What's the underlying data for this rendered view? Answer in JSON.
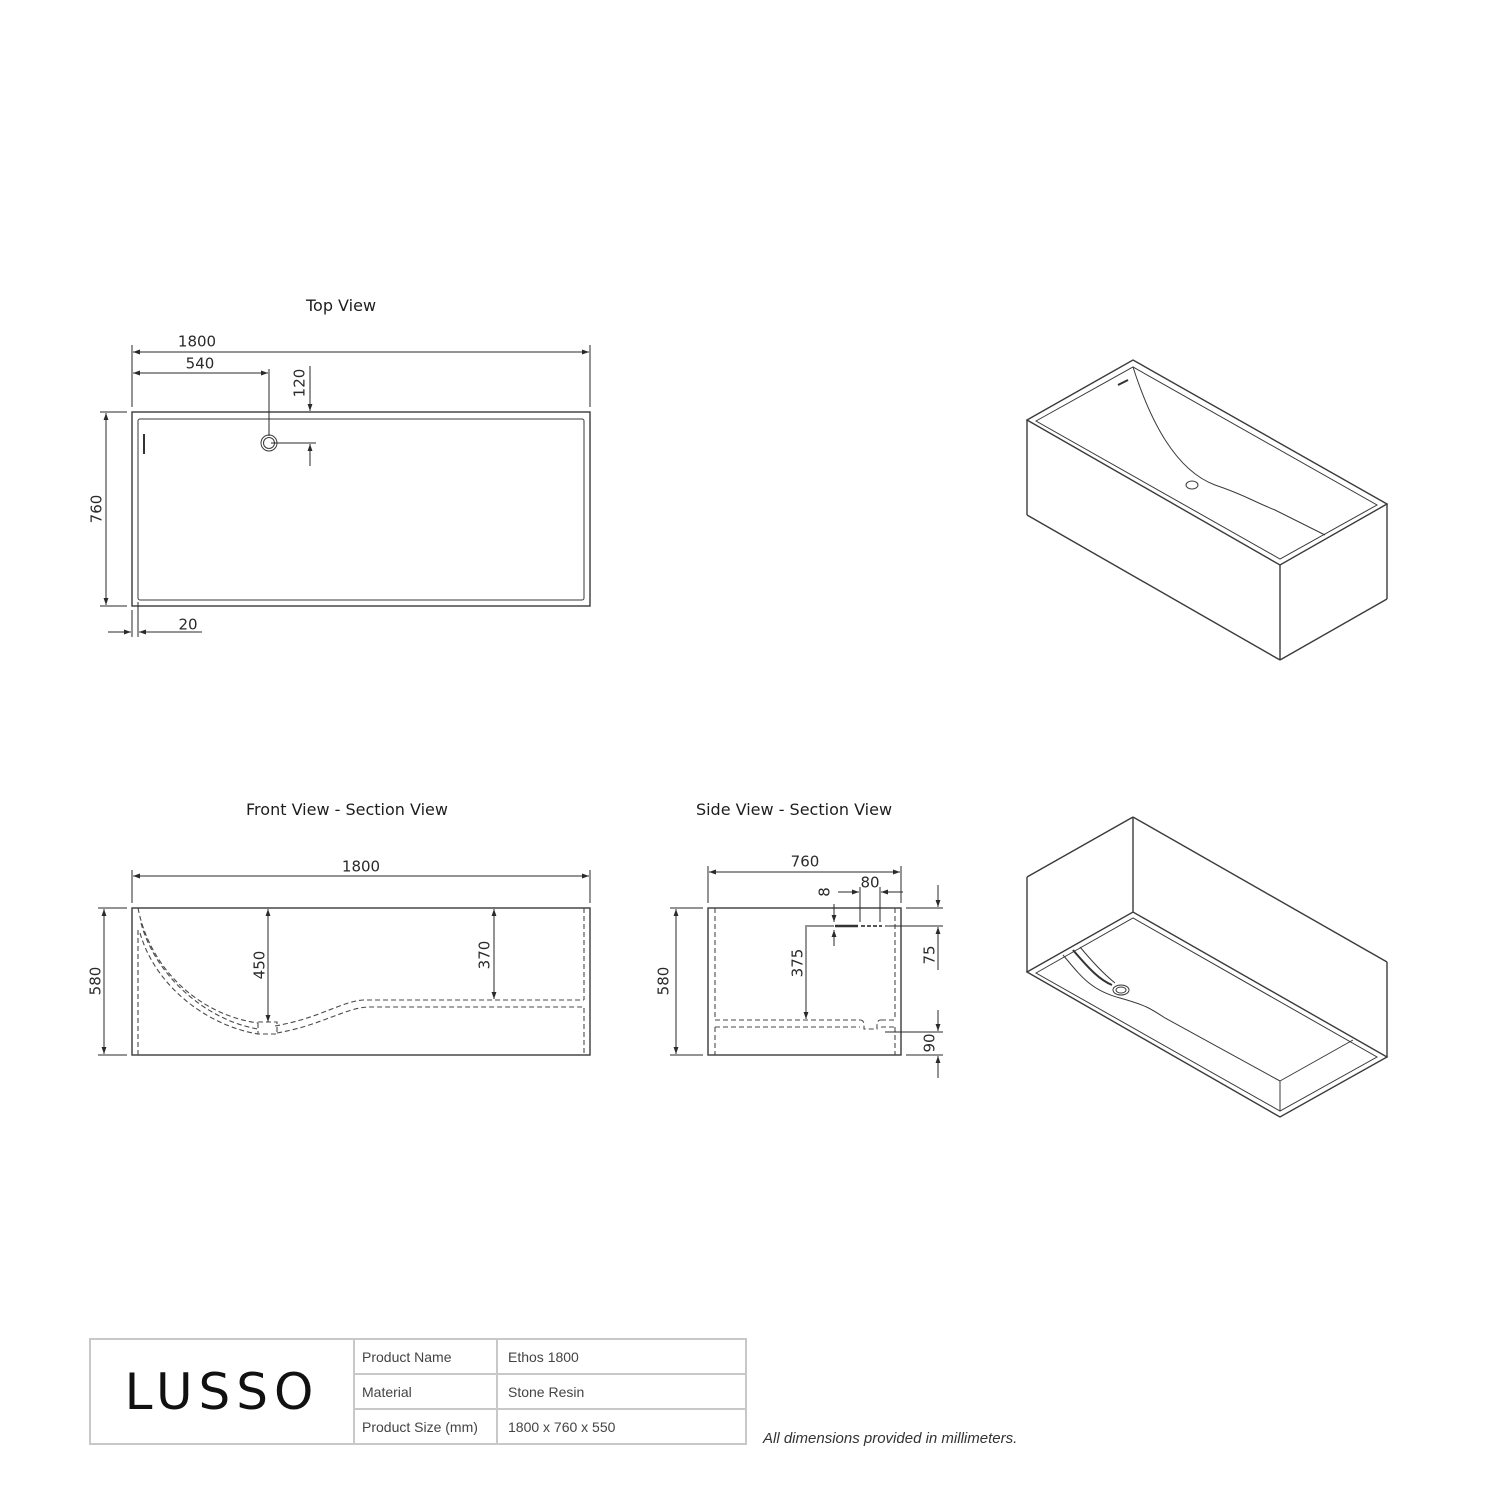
{
  "views": {
    "top": {
      "title": "Top View",
      "dims": {
        "overall_length": "1800",
        "waste_offset_x": "540",
        "waste_offset_y": "120",
        "width": "760",
        "rim": "20"
      }
    },
    "front": {
      "title": "Front View - Section View",
      "dims": {
        "length": "1800",
        "height": "580",
        "depth_at_waste": "450",
        "depth_flat": "370"
      }
    },
    "side": {
      "title": "Side View - Section View",
      "dims": {
        "width": "760",
        "height": "580",
        "overflow_slot_height": "8",
        "overflow_slot_offset": "80",
        "overflow_depth_from_top": "75",
        "waste_height_to_floor": "375",
        "base_thickness": "90"
      }
    },
    "iso_top": {
      "label": "isometric-top-perspective"
    },
    "iso_bottom": {
      "label": "isometric-underside-perspective"
    }
  },
  "title_block": {
    "brand": "LUSSO",
    "rows": [
      {
        "key": "Product Name",
        "value": "Ethos 1800"
      },
      {
        "key": "Material",
        "value": "Stone Resin"
      },
      {
        "key": "Product Size (mm)",
        "value": "1800 x 760 x 550"
      }
    ],
    "note": "All dimensions provided in millimeters."
  },
  "colors": {
    "line": "#3a3a3a",
    "border": "#c8c8c8",
    "text": "#2a2a2a"
  }
}
